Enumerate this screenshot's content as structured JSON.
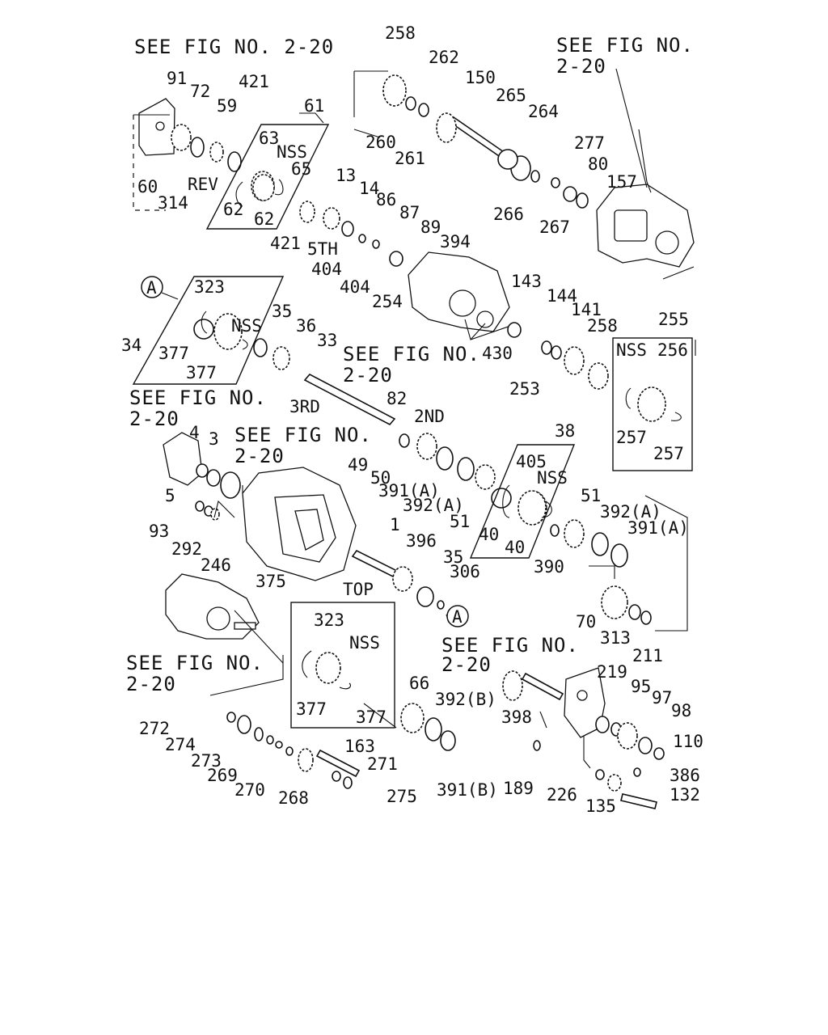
{
  "diagram": {
    "labels": {
      "l258a": "258",
      "l262": "262",
      "l150": "150",
      "l265": "265",
      "l264": "264",
      "l260": "260",
      "l261": "261",
      "l277": "277",
      "l80": "80",
      "l157": "157",
      "l266": "266",
      "l267": "267",
      "l91": "91",
      "l72": "72",
      "l421a": "421",
      "l59": "59",
      "l61": "61",
      "l63": "63",
      "nss1": "NSS",
      "l60": "60",
      "l314": "314",
      "rev": "REV",
      "l62a": "62",
      "l62b": "62",
      "l65": "65",
      "l13": "13",
      "l14": "14",
      "l86": "86",
      "l87": "87",
      "l89": "89",
      "l394": "394",
      "l421b": "421",
      "fifth": "5TH",
      "l404a": "404",
      "l404b": "404",
      "l254": "254",
      "l323a": "323",
      "nss2": "NSS",
      "l35a": "35",
      "l36": "36",
      "l33": "33",
      "l34": "34",
      "l377a": "377",
      "l377b": "377",
      "l143": "143",
      "l144": "144",
      "l141": "141",
      "l258b": "258",
      "l255": "255",
      "nss3": "NSS",
      "l256": "256",
      "l430": "430",
      "l253": "253",
      "l257a": "257",
      "l257b": "257",
      "third": "3RD",
      "l82": "82",
      "second": "2ND",
      "l4": "4",
      "l3": "3",
      "l38": "38",
      "l49": "49",
      "l50": "50",
      "l391a1": "391(A)",
      "l392a1": "392(A)",
      "l51a": "51",
      "l405": "405",
      "nss4": "NSS",
      "l40a": "40",
      "l40b": "40",
      "l5": "5",
      "l93": "93",
      "l292": "292",
      "l246": "246",
      "l51b": "51",
      "l392a2": "392(A)",
      "l391a2": "391(A)",
      "l390": "390",
      "l1": "1",
      "l396": "396",
      "l35b": "35",
      "l306": "306",
      "top": "TOP",
      "l375": "375",
      "l70": "70",
      "l313": "313",
      "l211": "211",
      "l323b": "323",
      "nss5": "NSS",
      "l377c": "377",
      "l377d": "377",
      "l219": "219",
      "l95": "95",
      "l97": "97",
      "l98": "98",
      "l110": "110",
      "l398": "398",
      "l66": "66",
      "l392b": "392(B)",
      "l391b": "391(B)",
      "l272": "272",
      "l274": "274",
      "l273": "273",
      "l269": "269",
      "l270": "270",
      "l268": "268",
      "l163": "163",
      "l271": "271",
      "l275": "275",
      "l189": "189",
      "l226": "226",
      "l135": "135",
      "l386": "386",
      "l132": "132",
      "circleA1": "A",
      "circleA2": "A"
    },
    "refs": {
      "r1a": "SEE FIG NO. 2-20",
      "r2a": "SEE FIG NO.",
      "r2b": "2-20",
      "r3a": "SEE FIG NO.",
      "r3b": "2-20",
      "r4a": "SEE FIG NO.",
      "r4b": "2-20",
      "r5a": "SEE FIG NO.",
      "r5b": "2-20",
      "r6a": "SEE FIG NO.",
      "r6b": "2-20",
      "r7a": "SEE FIG NO.",
      "r7b": "2-20"
    }
  }
}
